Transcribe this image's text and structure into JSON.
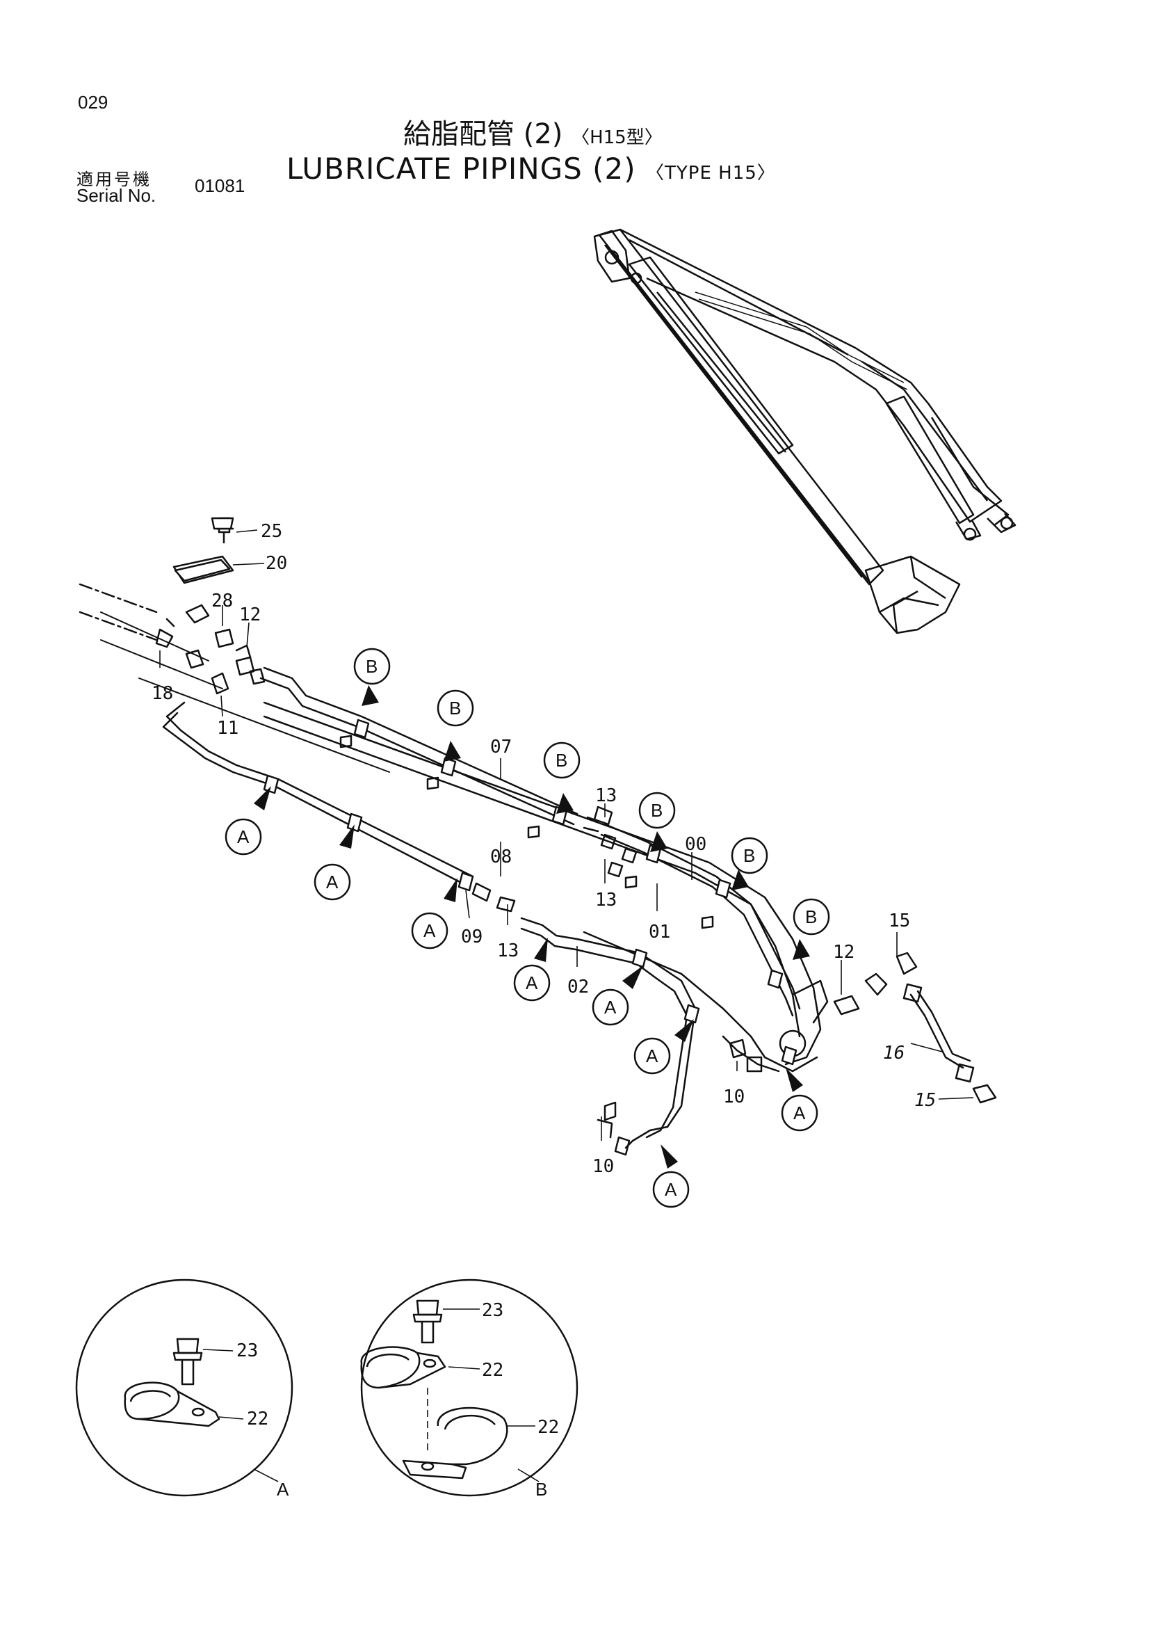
{
  "page_number": "029",
  "title_jp": "給脂配管 (2)",
  "title_jp_type": "〈H15型〉",
  "title_en": "LUBRICATE PIPINGS (2)",
  "title_en_type": "〈TYPE H15〉",
  "applicability_jp": "適用号機",
  "serial_label": "Serial No.",
  "serial_value": "01081",
  "part_labels": {
    "p25": "25",
    "p20": "20",
    "p28": "28",
    "p12a": "12",
    "p18": "18",
    "p11": "11",
    "p07": "07",
    "p08": "08",
    "p09": "09",
    "p13a": "13",
    "p13b": "13",
    "p13c": "13",
    "p00": "00",
    "p01": "01",
    "p02": "02",
    "p12b": "12",
    "p15a": "15",
    "p16": "16",
    "p15b": "15",
    "p10a": "10",
    "p10b": "10",
    "p23a": "23",
    "p22a": "22",
    "p23b": "23",
    "p22b": "22",
    "p22c": "22"
  },
  "callout_letters": {
    "a": "A",
    "b": "B"
  },
  "detail_labels": {
    "a": "A",
    "b": "B"
  }
}
